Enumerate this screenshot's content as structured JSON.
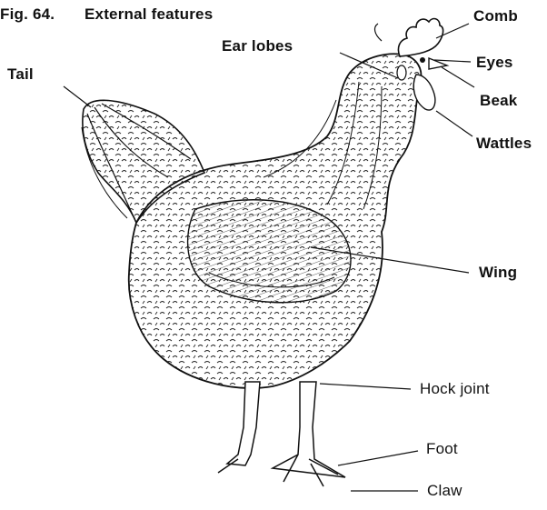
{
  "figure": {
    "number": "Fig. 64.",
    "title": "External features"
  },
  "labels": {
    "comb": "Comb",
    "ear_lobes": "Ear lobes",
    "eyes": "Eyes",
    "tail": "Tail",
    "beak": "Beak",
    "wattles": "Wattles",
    "wing": "Wing",
    "hock_joint": "Hock joint",
    "foot": "Foot",
    "claw": "Claw"
  },
  "colors": {
    "ink": "#111111",
    "background": "#ffffff"
  }
}
